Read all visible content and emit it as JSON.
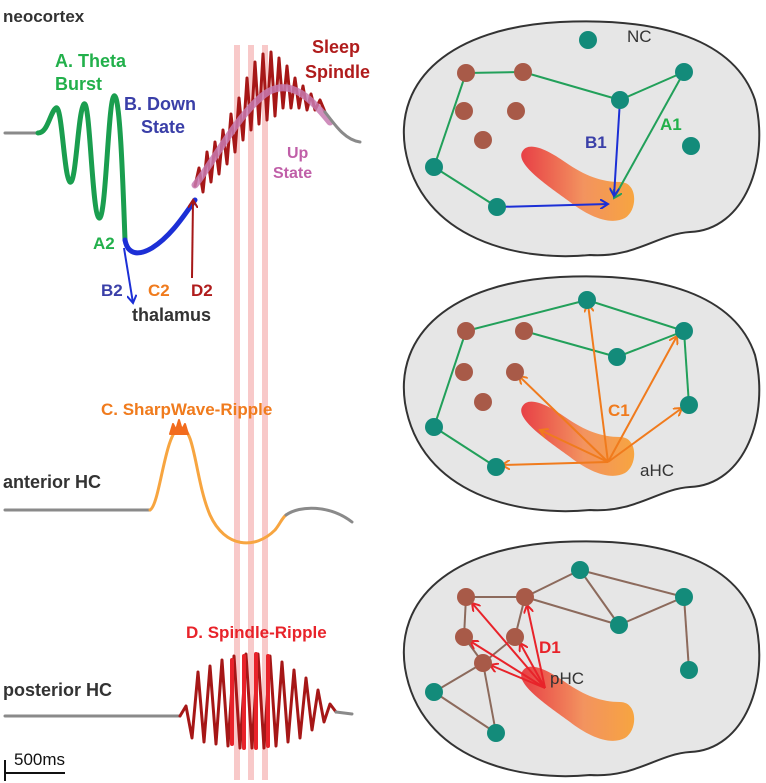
{
  "colors": {
    "theta": "#1a9e4f",
    "down": "#1c2fd6",
    "spindle": "#a61717",
    "upstate": "#c77ab0",
    "swr": "#f7a540",
    "swr_peak": "#f26b1d",
    "ripple": "#e8232a",
    "trace_gray": "#8a8a8a",
    "brain_fill": "#e6e6e6",
    "teal_node": "#138b7a",
    "brown_node": "#a85a48",
    "green_edge": "#22a05a",
    "brown_edge": "#8c6a5c",
    "orange_arrow": "#f07b1d",
    "red_arrow": "#e8232a",
    "stripe": "#f5b7b7",
    "a_label": "#22b04b",
    "b_label": "#3a3fa8",
    "c_label": "#f07b1d",
    "d_label": "#e8232a",
    "sleep_label": "#b01c1c",
    "up_label": "#c05fa8"
  },
  "left": {
    "neocortex": "neocortex",
    "theta_a": "A. Theta",
    "theta_b": "Burst",
    "down_a": "B. Down",
    "down_b": "State",
    "sleep_a": "Sleep",
    "sleep_b": "Spindle",
    "up_a": "Up",
    "up_b": "State",
    "a2": "A2",
    "b2": "B2",
    "c2": "C2",
    "d2": "D2",
    "thalamus": "thalamus",
    "swr_title": "C. SharpWave-Ripple",
    "anterior": "anterior HC",
    "spr_title": "D. Spindle-Ripple",
    "posterior": "posterior HC",
    "scale": "500ms"
  },
  "brains": {
    "top": {
      "nc": "NC",
      "b1": "B1",
      "a1": "A1"
    },
    "mid": {
      "c1": "C1",
      "ahc": "aHC"
    },
    "bot": {
      "d1": "D1",
      "phc": "pHC"
    }
  }
}
